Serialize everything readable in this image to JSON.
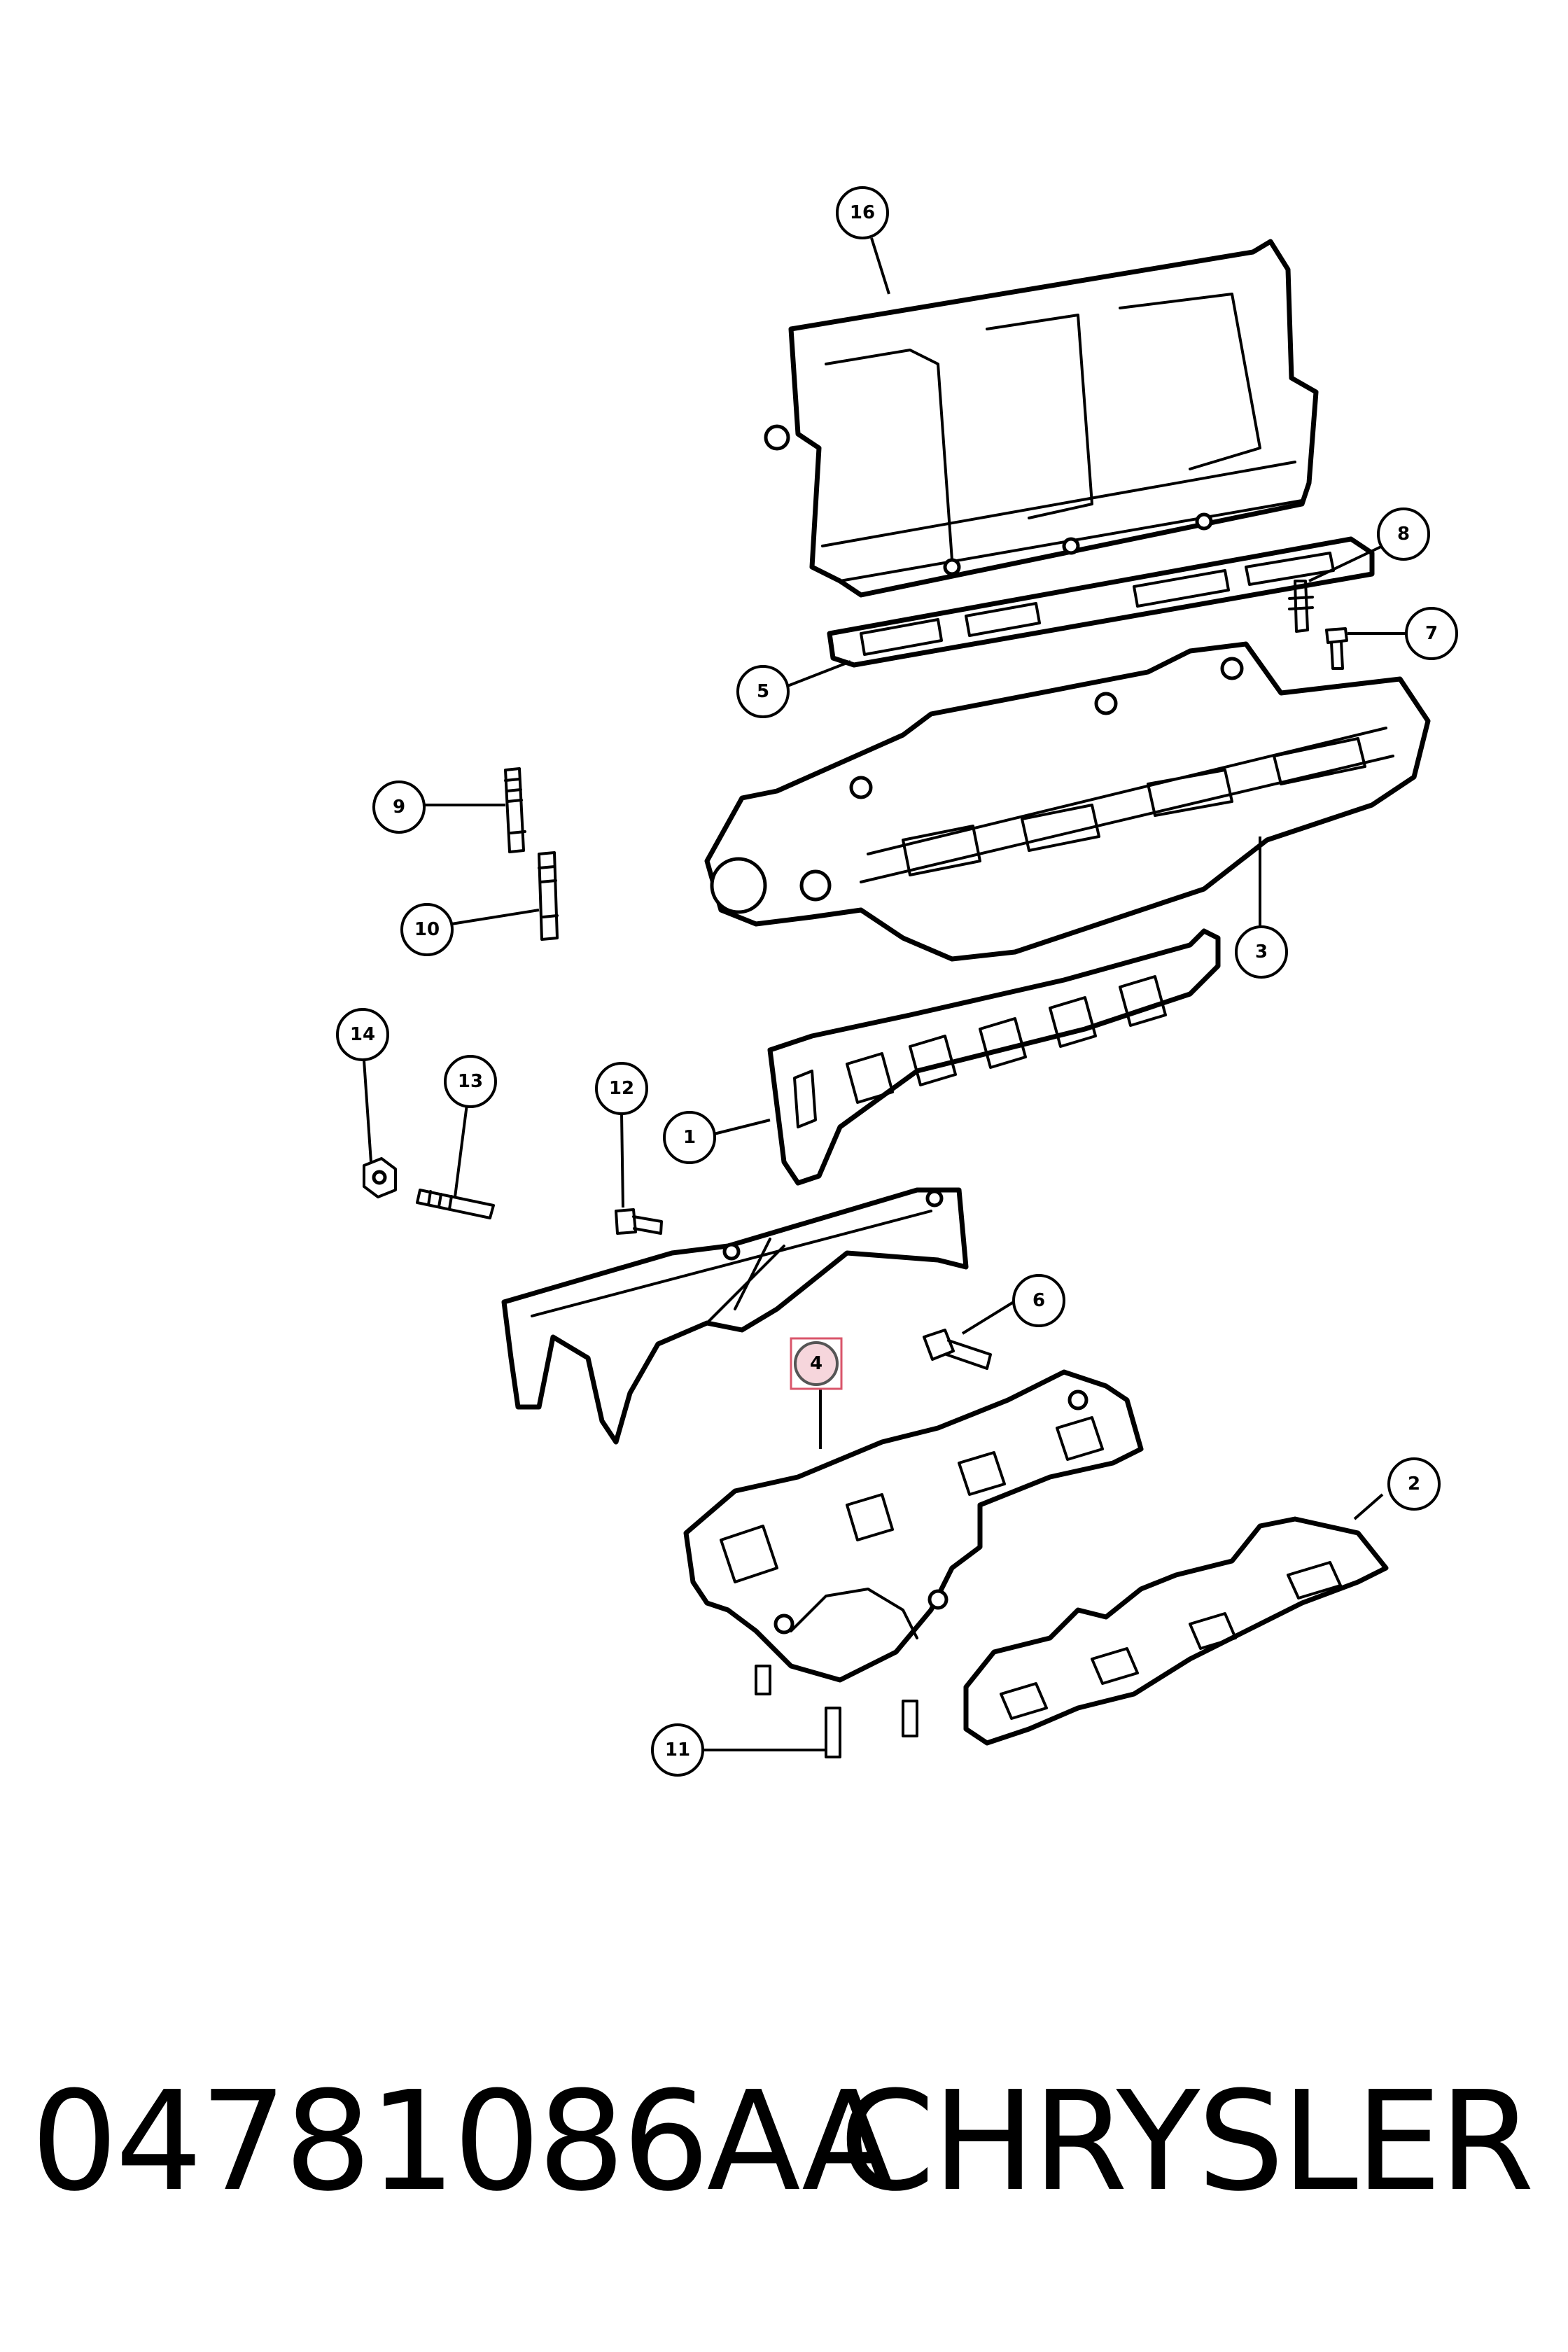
{
  "diagram": {
    "callouts": [
      {
        "id": "16",
        "label": "16"
      },
      {
        "id": "8",
        "label": "8"
      },
      {
        "id": "7",
        "label": "7"
      },
      {
        "id": "5",
        "label": "5"
      },
      {
        "id": "9",
        "label": "9"
      },
      {
        "id": "10",
        "label": "10"
      },
      {
        "id": "3",
        "label": "3"
      },
      {
        "id": "14",
        "label": "14"
      },
      {
        "id": "13",
        "label": "13"
      },
      {
        "id": "12",
        "label": "12"
      },
      {
        "id": "1",
        "label": "1"
      },
      {
        "id": "6",
        "label": "6"
      },
      {
        "id": "4",
        "label": "4",
        "highlighted": true
      },
      {
        "id": "2",
        "label": "2"
      },
      {
        "id": "11",
        "label": "11"
      }
    ],
    "highlight_color": "#f6d6dc"
  },
  "footer": {
    "part_number": "04781086AA",
    "brand": "CHRYSLER"
  }
}
